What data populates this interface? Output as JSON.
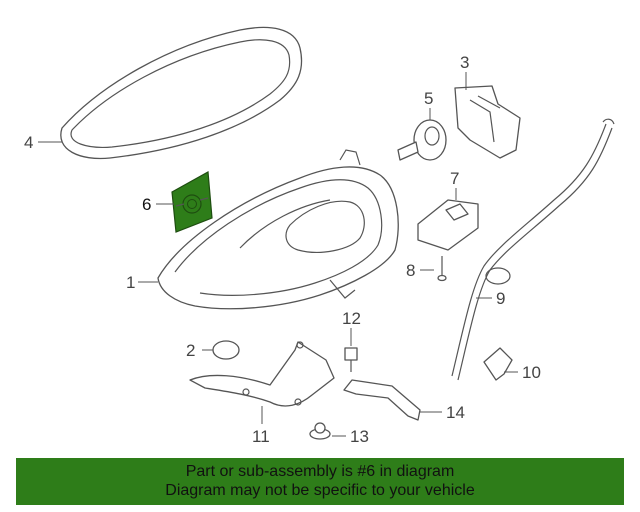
{
  "callouts": [
    {
      "id": "1",
      "label": "1"
    },
    {
      "id": "2",
      "label": "2"
    },
    {
      "id": "3",
      "label": "3"
    },
    {
      "id": "4",
      "label": "4"
    },
    {
      "id": "5",
      "label": "5"
    },
    {
      "id": "6",
      "label": "6"
    },
    {
      "id": "7",
      "label": "7"
    },
    {
      "id": "8",
      "label": "8"
    },
    {
      "id": "9",
      "label": "9"
    },
    {
      "id": "10",
      "label": "10"
    },
    {
      "id": "11",
      "label": "11"
    },
    {
      "id": "12",
      "label": "12"
    },
    {
      "id": "13",
      "label": "13"
    },
    {
      "id": "14",
      "label": "14"
    }
  ],
  "highlighted_part": "6",
  "colors": {
    "highlight": "#2e7d19",
    "line": "#555555",
    "banner": "#2e7d19"
  },
  "banner": {
    "line1": "Part or sub-assembly is #6 in diagram",
    "line2": "Diagram may not be specific to your vehicle"
  }
}
